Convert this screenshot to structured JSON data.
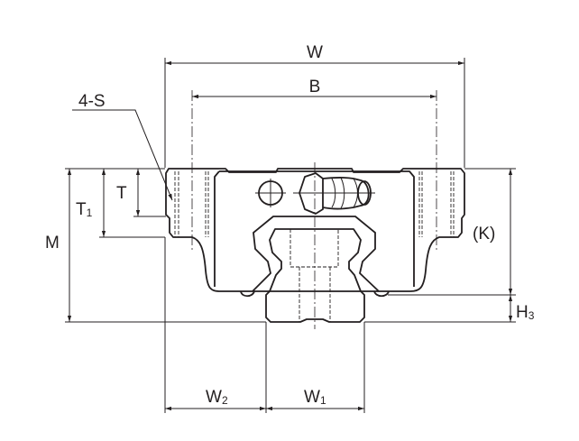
{
  "labels": {
    "W": "W",
    "B": "B",
    "S": "4-S",
    "T1_main": "T",
    "T1_sub": "1",
    "T": "T",
    "M": "M",
    "K": "(K)",
    "H3_main": "H",
    "H3_sub": "3",
    "W2_main": "W",
    "W2_sub": "2",
    "W1_main": "W",
    "W1_sub": "1"
  },
  "colors": {
    "line": "#231f20"
  }
}
